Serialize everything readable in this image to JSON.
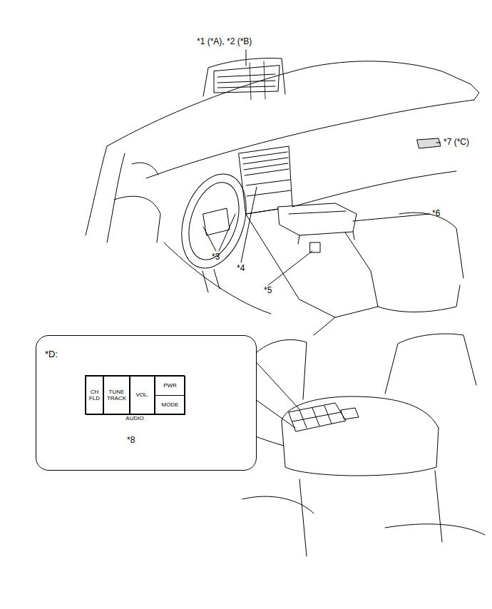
{
  "diagram": {
    "nodes": [
      {
        "text": [
          "*D:"
        ]
      },
      {
        "text": [
          "AUDIO"
        ],
        "in": 0
      },
      {
        "text": [
          "CH FLD"
        ],
        "in": 1
      },
      {
        "text": [
          "TUNE TRACK"
        ],
        "in": 1
      },
      {
        "text": [
          "VOL."
        ],
        "in": 1
      },
      {
        "text": [
          "PWR"
        ],
        "in": 1
      },
      {
        "text": [
          "MODE"
        ],
        "in": 1
      }
    ],
    "labels": [
      "*1 (*A), *2 (*B)",
      "*7 (*C)",
      "*6",
      "*3",
      "*4",
      "*5",
      "*8"
    ]
  }
}
